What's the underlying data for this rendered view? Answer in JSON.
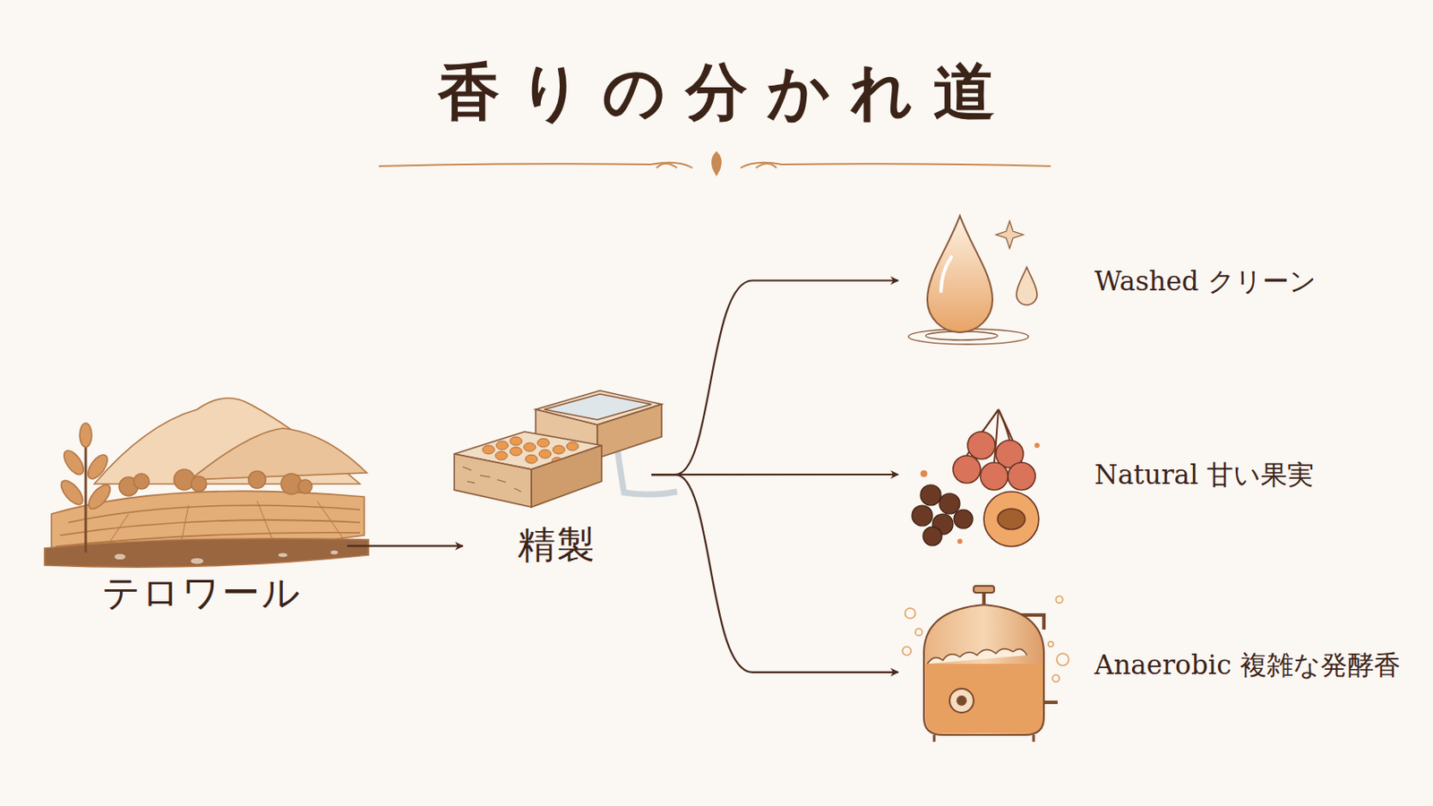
{
  "diagram": {
    "title": "香りの分かれ道",
    "nodes": [
      {
        "text": [
          "テロワール"
        ]
      },
      {
        "text": [
          "精製"
        ]
      },
      {
        "text": [
          "Washed クリーン"
        ]
      },
      {
        "text": [
          "Natural 甘い果実"
        ]
      },
      {
        "text": [
          "Anaerobic 複雑な発酵香"
        ]
      }
    ],
    "edges": [
      {
        "from": 0,
        "to": 1,
        "arrow": "to"
      },
      {
        "from": 1,
        "to": 2,
        "arrow": "to"
      },
      {
        "from": 1,
        "to": 3,
        "arrow": "to"
      },
      {
        "from": 1,
        "to": 4,
        "arrow": "to"
      }
    ]
  }
}
